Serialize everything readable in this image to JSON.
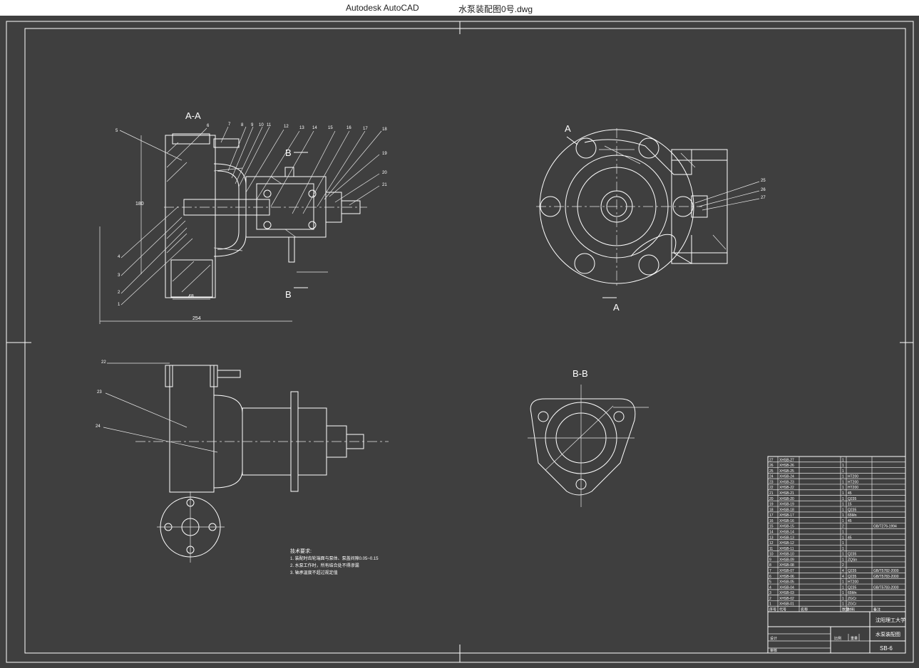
{
  "window": {
    "app_name": "Autodesk AutoCAD",
    "file_name": "水泵装配图0号.dwg"
  },
  "colors": {
    "canvas_background": "#3f3f3f",
    "line": "#ffffff",
    "titlebar_background": "#ffffff"
  },
  "views": {
    "section_aa_label": "A-A",
    "section_bb_label": "B-B",
    "cut_a_label": "A",
    "cut_b_label": "B",
    "dim_width": "254",
    "dim_48": "48",
    "dim_left": "180"
  },
  "balloons_top": [
    "5",
    "6",
    "7",
    "8",
    "9",
    "10",
    "11",
    "12",
    "13",
    "14",
    "15",
    "16",
    "17",
    "18",
    "19",
    "20",
    "21"
  ],
  "balloons_left": [
    "4",
    "3",
    "2",
    "1"
  ],
  "balloons_right_view": [
    "25",
    "26",
    "27"
  ],
  "balloons_bottom_view": [
    "22",
    "23",
    "24"
  ],
  "notes": {
    "title": "技术要求:",
    "lines": [
      "1. 装配时齿轮端面与泵体、泵盖间隙0.05~0.15",
      "2. 水泵工作时，所有结合处不得渗漏",
      "3. 轴承温度不超过规定值"
    ]
  },
  "parts_list": {
    "rows": [
      [
        "27",
        "XHSB-27",
        "",
        "1",
        "",
        ""
      ],
      [
        "26",
        "XHSB-26",
        "",
        "1",
        "",
        ""
      ],
      [
        "25",
        "XHSB-25",
        "",
        "1",
        "",
        ""
      ],
      [
        "24",
        "XHSB-24",
        "",
        "1",
        "HT200",
        ""
      ],
      [
        "23",
        "XHSB-23",
        "",
        "1",
        "HT200",
        ""
      ],
      [
        "22",
        "XHSB-22",
        "",
        "1",
        "HT200",
        ""
      ],
      [
        "21",
        "XHSB-21",
        "",
        "1",
        "45",
        ""
      ],
      [
        "20",
        "XHSB-20",
        "",
        "1",
        "Q235",
        ""
      ],
      [
        "19",
        "XHSB-19",
        "",
        "1",
        "15",
        ""
      ],
      [
        "18",
        "XHSB-18",
        "",
        "1",
        "Q235",
        ""
      ],
      [
        "17",
        "XHSB-17",
        "",
        "1",
        "65Mn",
        ""
      ],
      [
        "16",
        "XHSB-16",
        "",
        "1",
        "45",
        ""
      ],
      [
        "15",
        "XHSB-15",
        "",
        "2",
        "",
        "GB/T276-1994"
      ],
      [
        "14",
        "XHSB-14",
        "",
        "1",
        "",
        ""
      ],
      [
        "13",
        "XHSB-13",
        "",
        "1",
        "45",
        ""
      ],
      [
        "12",
        "XHSB-12",
        "",
        "1",
        "",
        ""
      ],
      [
        "11",
        "XHSB-11",
        "",
        "1",
        "",
        ""
      ],
      [
        "10",
        "XHSB-10",
        "",
        "1",
        "Q235",
        ""
      ],
      [
        "9",
        "XHSB-09",
        "",
        "1",
        "ZQSn",
        ""
      ],
      [
        "8",
        "XHSB-08",
        "",
        "2",
        "",
        ""
      ],
      [
        "7",
        "XHSB-07",
        "",
        "4",
        "Q235",
        "GB/T5782-2000"
      ],
      [
        "6",
        "XHSB-06",
        "",
        "4",
        "Q235",
        "GB/T5783-2000"
      ],
      [
        "5",
        "XHSB-05",
        "",
        "1",
        "HT200",
        ""
      ],
      [
        "4",
        "XHSB-04",
        "",
        "1",
        "Q235",
        "GB/T5783-2000"
      ],
      [
        "3",
        "XHSB-03",
        "",
        "1",
        "65Mn",
        ""
      ],
      [
        "2",
        "XHSB-02",
        "",
        "1",
        "ZGCr",
        ""
      ],
      [
        "1",
        "XHSB-01",
        "",
        "1",
        "ZGCr",
        ""
      ]
    ],
    "header": [
      "序号",
      "代号",
      "名称",
      "数量",
      "材料",
      "备注"
    ]
  },
  "title_block": {
    "school": "沈阳理工大学",
    "drawing_name": "水泵装配图",
    "drawing_no": "SB-6",
    "scale_label": "比例",
    "weight_label": "重量",
    "design_label": "设计",
    "check_label": "审核"
  }
}
